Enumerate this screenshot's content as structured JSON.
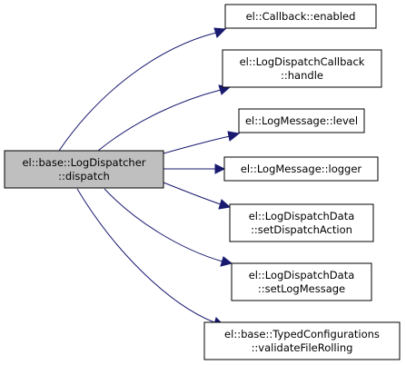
{
  "colors": {
    "source_fill": "#bfbfbf",
    "node_fill": "#ffffff",
    "node_stroke": "#000000",
    "edge": "#191970"
  },
  "source": {
    "lines": [
      "el::base::LogDispatcher",
      "::dispatch"
    ]
  },
  "targets": [
    {
      "id": "callback-enabled",
      "lines": [
        "el::Callback::enabled"
      ]
    },
    {
      "id": "logdispatchcallback-handle",
      "lines": [
        "el::LogDispatchCallback",
        "::handle"
      ]
    },
    {
      "id": "logmessage-level",
      "lines": [
        "el::LogMessage::level"
      ]
    },
    {
      "id": "logmessage-logger",
      "lines": [
        "el::LogMessage::logger"
      ]
    },
    {
      "id": "logdispatchdata-setdispatchaction",
      "lines": [
        "el::LogDispatchData",
        "::setDispatchAction"
      ]
    },
    {
      "id": "logdispatchdata-setlogmessage",
      "lines": [
        "el::LogDispatchData",
        "::setLogMessage"
      ]
    },
    {
      "id": "typedconfigurations-validatefilerolling",
      "lines": [
        "el::base::TypedConfigurations",
        "::validateFileRolling"
      ]
    }
  ]
}
